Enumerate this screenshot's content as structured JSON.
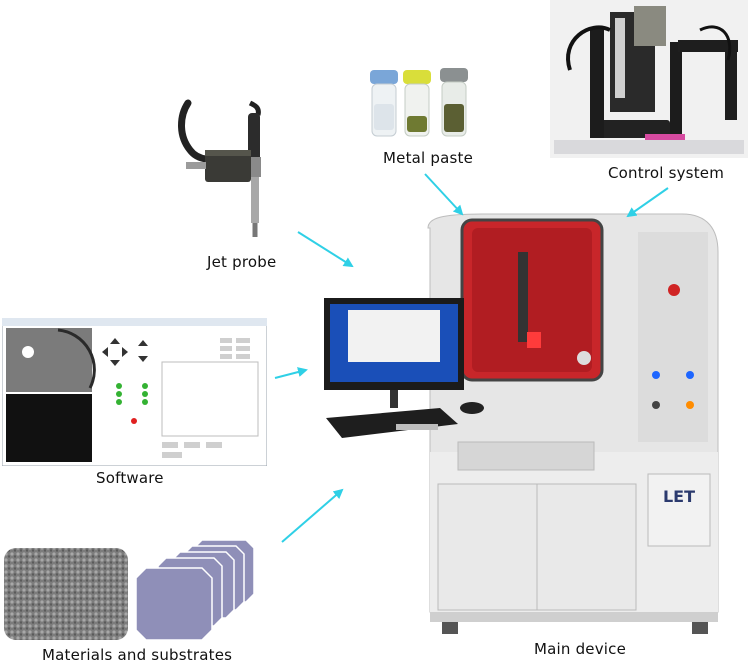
{
  "labels": {
    "metal_paste": "Metal paste",
    "control_system": "Control system",
    "jet_probe": "Jet probe",
    "software": "Software",
    "materials_and_substrates": "Materials and substrates",
    "main_device": "Main device"
  },
  "colors": {
    "arrow": "#2fd0e6",
    "device_body": "#e6e6e6",
    "chamber_red": "#c8262a",
    "substrate": "#8f8fb8",
    "label": "#111111"
  },
  "icons": {
    "arrow": "arrow-icon",
    "device": "printer-device-icon",
    "probe": "jet-probe-icon",
    "paste": "vial-icon",
    "control": "motion-stage-icon",
    "software": "software-window-icon",
    "substrate": "substrate-wafer-icon"
  }
}
